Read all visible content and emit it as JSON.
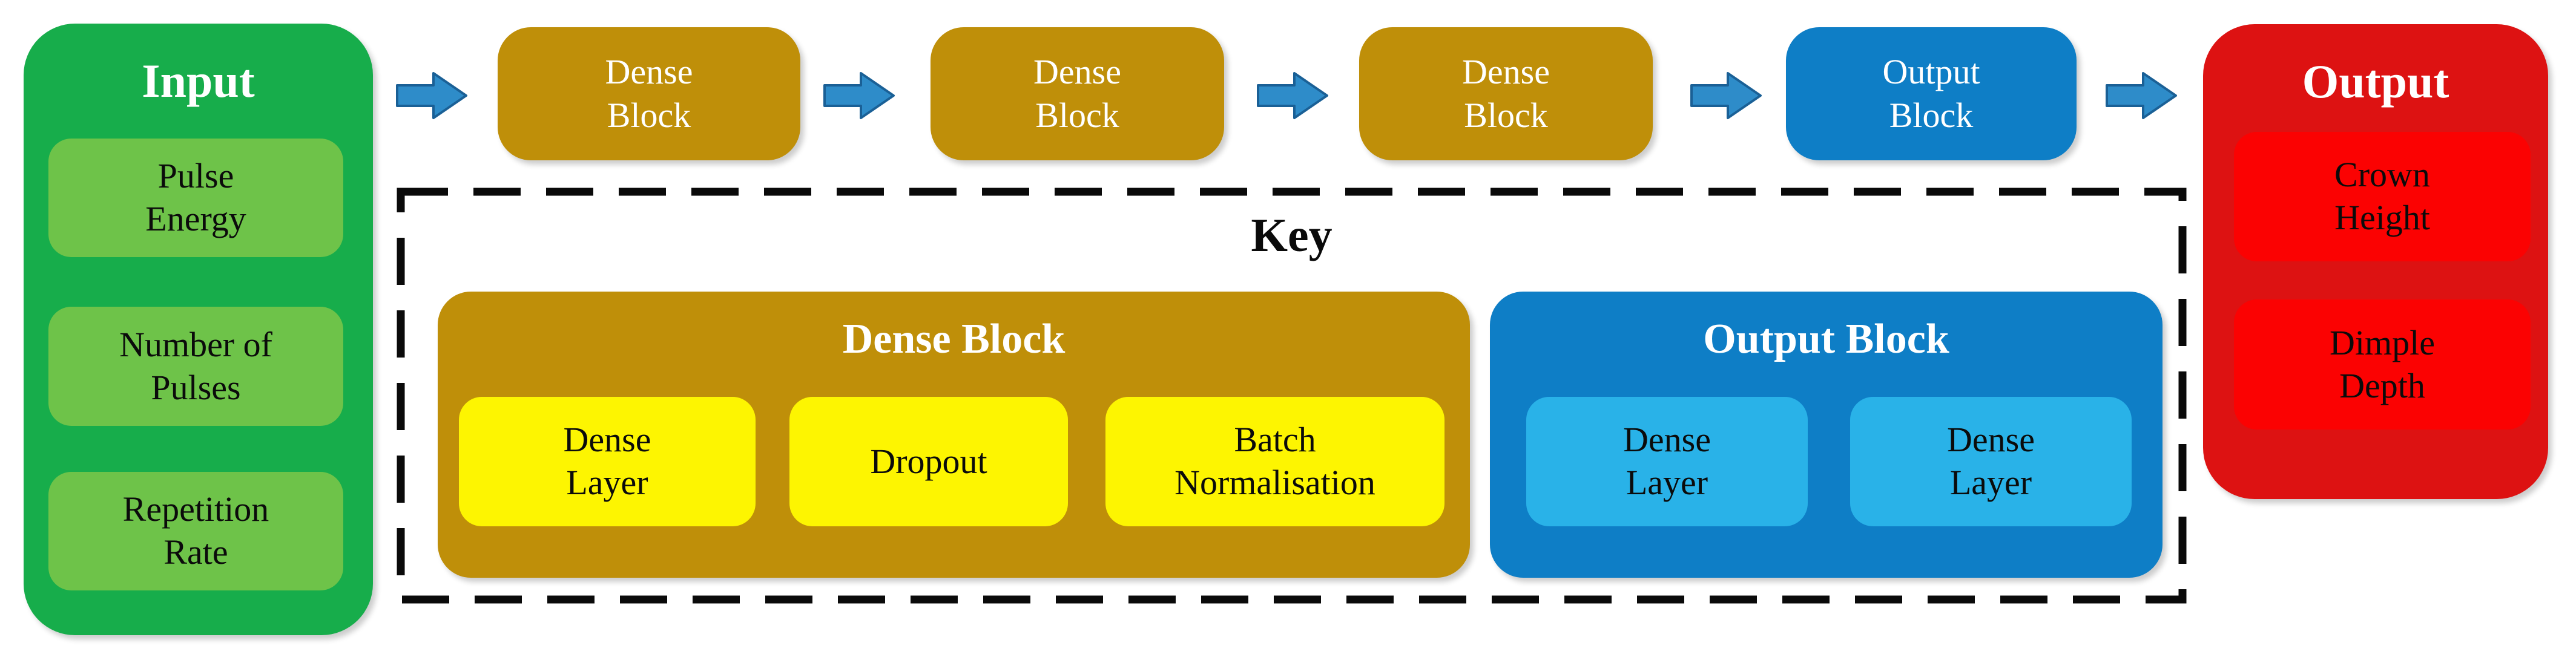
{
  "diagram": {
    "title_hint": "Neural network architecture flow diagram",
    "input_column": {
      "title": "Input",
      "items": [
        {
          "label": "Pulse\nEnergy"
        },
        {
          "label": "Number of\nPulses"
        },
        {
          "label": "Repetition\nRate"
        }
      ]
    },
    "flow_blocks": [
      {
        "label": "Dense\nBlock",
        "type": "dense"
      },
      {
        "label": "Dense\nBlock",
        "type": "dense"
      },
      {
        "label": "Dense\nBlock",
        "type": "dense"
      },
      {
        "label": "Output\nBlock",
        "type": "output"
      }
    ],
    "output_column": {
      "title": "Output",
      "items": [
        {
          "label": "Crown\nHeight"
        },
        {
          "label": "Dimple\nDepth"
        }
      ]
    },
    "key": {
      "title": "Key",
      "dense_block_legend": {
        "title": "Dense Block",
        "items": [
          {
            "label": "Dense\nLayer"
          },
          {
            "label": "Dropout"
          },
          {
            "label": "Batch\nNormalisation"
          }
        ]
      },
      "output_block_legend": {
        "title": "Output Block",
        "items": [
          {
            "label": "Dense\nLayer"
          },
          {
            "label": "Dense\nLayer"
          }
        ]
      }
    },
    "icons": {
      "flow_arrow": "right-block-arrow"
    },
    "colors": {
      "input_outer_green": "#17AD4B",
      "input_inner_green": "#6EC349",
      "dense_block_gold": "#BF8F09",
      "dense_layer_yellow": "#FDF501",
      "output_block_blue": "#0E7EC6",
      "output_layer_lightblue": "#29B2E8",
      "output_outer_red": "#DD1212",
      "output_inner_red": "#FB0202",
      "arrow_fill": "#2E8CC9",
      "arrow_border": "#1A6096",
      "key_border": "#0A0A0A"
    }
  }
}
